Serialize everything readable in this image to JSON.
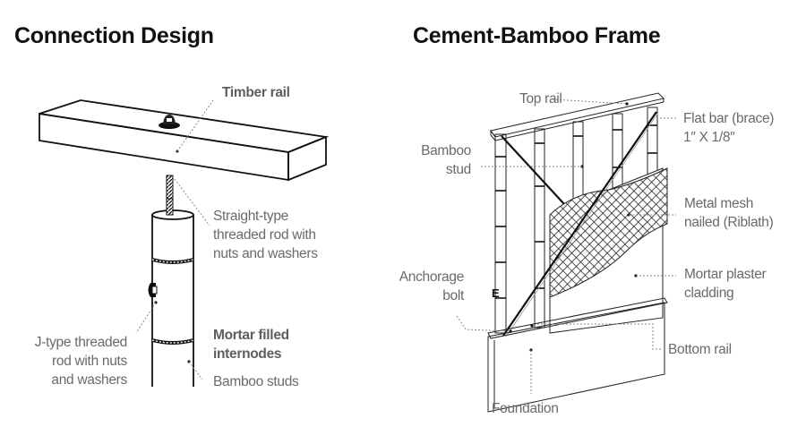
{
  "left_panel": {
    "title": "Connection Design",
    "labels": {
      "timber_rail": "Timber rail",
      "straight_rod": [
        "Straight-type",
        "threaded rod with",
        "nuts and washers"
      ],
      "j_rod": [
        "J-type threaded",
        "rod with nuts",
        "and washers"
      ],
      "mortar_internodes": [
        "Mortar filled",
        "internodes"
      ],
      "bamboo_studs": "Bamboo studs"
    }
  },
  "right_panel": {
    "title": "Cement-Bamboo Frame",
    "labels": {
      "top_rail": "Top rail",
      "flat_bar": [
        "Flat bar (brace)",
        "1″ X 1/8″"
      ],
      "bamboo_stud": [
        "Bamboo",
        "stud"
      ],
      "metal_mesh": [
        "Metal mesh",
        "nailed (Riblath)"
      ],
      "anchorage_bolt": [
        "Anchorage",
        "bolt"
      ],
      "mortar_plaster": [
        "Mortar plaster",
        "cladding"
      ],
      "bottom_rail": "Bottom rail",
      "foundation": "Foundation",
      "stud_marker": "E"
    }
  }
}
